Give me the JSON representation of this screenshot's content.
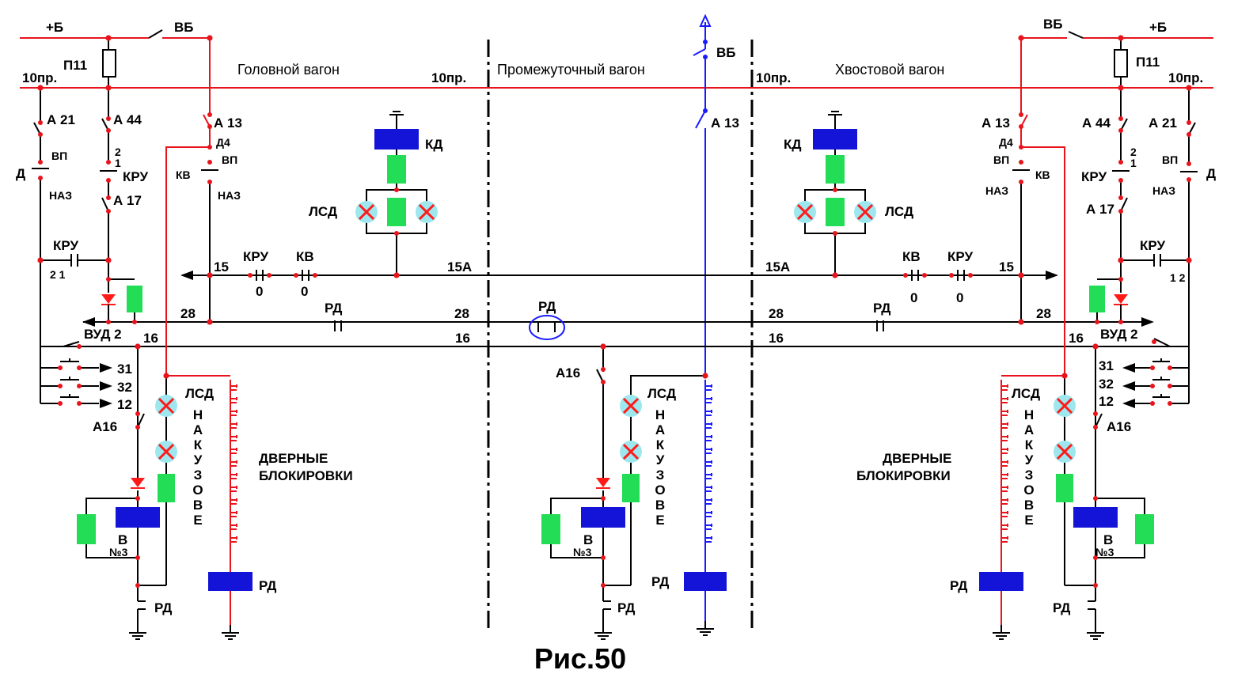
{
  "colors": {
    "red": "#e8141c",
    "blue": "#1a1aff",
    "black": "#000000",
    "relay": "#1414d8",
    "coil": "#22dd55",
    "lamp_fill": "#9fe7ee",
    "lamp_cross": "#ff1a1a"
  },
  "figure": {
    "caption": "Рис.50"
  },
  "sections": {
    "head": "Головной   вагон",
    "middle": "Промежуточный   вагон",
    "tail": "Хвостовой   вагон"
  },
  "labels": {
    "plus_b": "+Б",
    "vb": "ВБ",
    "p11": "П11",
    "pr10": "10пр.",
    "a21": "А 21",
    "a44": "А 44",
    "a13": "А 13",
    "a17": "А 17",
    "a16": "А16",
    "d": "Д",
    "d4": "Д4",
    "vp": "ВП",
    "naz": "НАЗ",
    "kv": "КВ",
    "kru": "КРУ",
    "kd": "КД",
    "lsd": "ЛСД",
    "rd": "РД",
    "vud2": "ВУД 2",
    "b_no3_b": "В",
    "b_no3_n": "№3",
    "wire_15": "15",
    "wire_15a": "15А",
    "wire_28": "28",
    "wire_16": "16",
    "wire_31": "31",
    "wire_32": "32",
    "wire_12": "12",
    "pos_0": "0",
    "pos_2": "2",
    "pos_1": "1",
    "pos_21": "2 1",
    "pos_12": "1 2",
    "na_kuzove": "Н А К У З О В Е",
    "door_locks_1": "ДВЕРНЫЕ",
    "door_locks_2": "БЛОКИРОВКИ"
  }
}
